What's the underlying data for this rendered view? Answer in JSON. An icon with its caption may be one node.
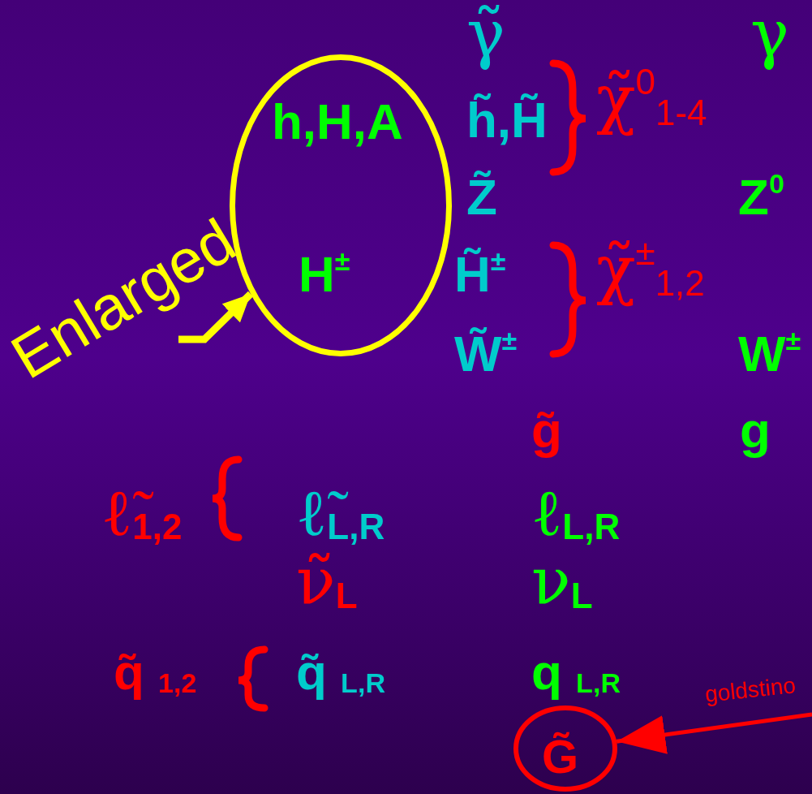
{
  "diagram": {
    "nodes": [
      {
        "text": [
          "h,H,A",
          "H$^{±}$"
        ]
      },
      {
        "text": [
          "G̃"
        ]
      },
      {
        "text": [
          "Enlarged"
        ]
      }
    ],
    "edges": [
      {
        "from": 2,
        "to": 0,
        "arrow": "to",
        "style": "thick",
        "color": "#ffff00"
      },
      {
        "from": null,
        "to": 1,
        "arrow": "to",
        "label": "goldstino",
        "color": "#ff0000"
      }
    ],
    "labels": [
      "γ̃",
      "γ",
      "h̃,H̃",
      "χ̃$^{0}$$_{1-4}$",
      "Z̃",
      "Z$^{0}$",
      "H̃$^{±}$",
      "χ̃$^{±}$$_{1,2}$",
      "W̃$^{±}$",
      "W$^{±}$",
      "g̃",
      "g",
      "ℓ̃$_{1,2}$",
      "ℓ̃$_{L,R}$",
      "ℓ$_{L,R}$",
      "ν̃$_{L}$",
      "ν$_{L}$",
      "q̃ $_{1,2}$",
      "q̃ $_{L,R}$",
      "q $_{L,R}$"
    ]
  }
}
